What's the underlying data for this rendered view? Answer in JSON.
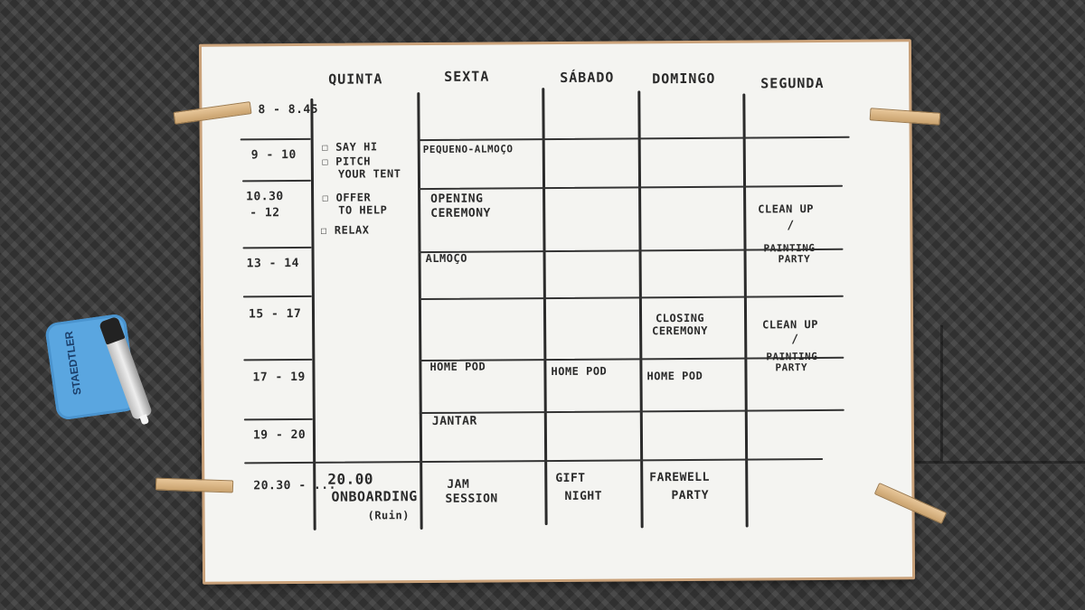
{
  "columns": [
    "Quinta",
    "Sexta",
    "Sábado",
    "Domingo",
    "Segunda"
  ],
  "times": [
    "8 - 8.45",
    "9 - 10",
    "10.30",
    "- 12",
    "13 - 14",
    "15 - 17",
    "17 - 19",
    "19 - 20",
    "20.30 - ..."
  ],
  "quinta": {
    "todo_1": "☐ Say Hi",
    "todo_2a": "☐ Pitch",
    "todo_2b": "your tent",
    "todo_3a": "☐ Offer",
    "todo_3b": "to help",
    "todo_4": "☐ Relax",
    "onboard_1": "20.00",
    "onboard_2": "Onboarding",
    "onboard_3": "(Ruin)"
  },
  "sexta": {
    "breakfast": "Pequeno-Almoço",
    "opening_1": "Opening",
    "opening_2": "Ceremony",
    "lunch": "Almoço",
    "home_pod": "Home Pod",
    "dinner": "Jantar",
    "jam_1": "Jam",
    "jam_2": "Session"
  },
  "sabado": {
    "home_pod": "Home Pod",
    "gift_1": "Gift",
    "gift_2": "Night"
  },
  "domingo": {
    "closing_1": "Closing",
    "closing_2": "Ceremony",
    "home_pod": "Home Pod",
    "farewell_1": "Farewell",
    "farewell_2": "Party"
  },
  "segunda": {
    "clean_1": "Clean up",
    "slash_1": "/",
    "painting_1a": "Painting",
    "painting_1b": "Party",
    "clean_2": "Clean up",
    "slash_2": "/",
    "painting_2a": "Painting",
    "painting_2b": "Party"
  },
  "eraser_brand": "STAEDTLER",
  "colors": {
    "ink": "#2a2a2a",
    "board": "#f4f4f1",
    "eraser": "#5aa6e0",
    "peg": "#d8b585"
  }
}
